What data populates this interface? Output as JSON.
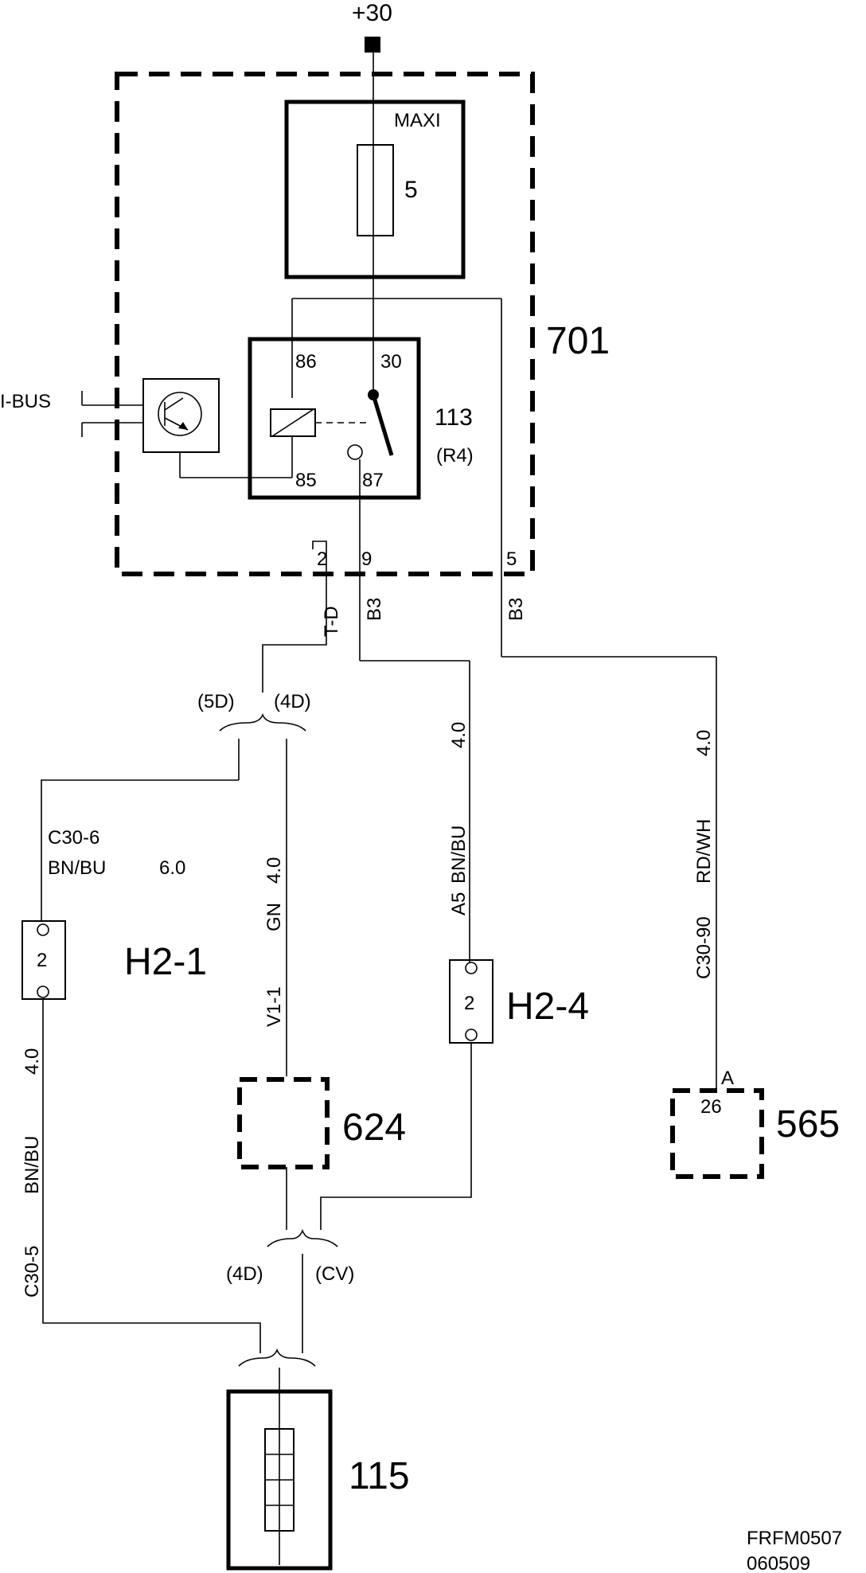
{
  "supply": "+30",
  "unit_701": {
    "label": "701",
    "fuse_box": "MAXI",
    "fuse_number": "5",
    "relay": {
      "pin_86": "86",
      "pin_30": "30",
      "pin_85": "85",
      "pin_87": "87",
      "label": "113",
      "sublabel": "(R4)"
    },
    "bus": "I-BUS",
    "pins": {
      "left": "2",
      "middle": "9",
      "right": "5"
    }
  },
  "wires": {
    "td": "T-D",
    "b3_mid": "B3",
    "b3_right": "B3",
    "left_upper_id": "C30-6",
    "left_upper_color": "BN/BU",
    "left_upper_size": "6.0",
    "mid_id": "V1-1",
    "mid_color": "GN",
    "mid_size": "4.0",
    "a5_id": "A5",
    "a5_color": "BN/BU",
    "a5_size": "4.0",
    "c3090_id": "C30-90",
    "c3090_color": "RD/WH",
    "c3090_size": "4.0",
    "left_lower_id": "C30-5",
    "left_lower_color": "BN/BU",
    "left_lower_size": "4.0"
  },
  "splits_top": {
    "left": "(5D)",
    "right": "(4D)"
  },
  "splits_bottom": {
    "left": "(4D)",
    "right": "(CV)"
  },
  "connectors": {
    "h2_1": {
      "pin": "2",
      "label": "H2-1"
    },
    "h2_4": {
      "pin": "2",
      "label": "H2-4"
    }
  },
  "components": {
    "c624": "624",
    "c565": "565",
    "c565_pin_letter": "A",
    "c565_pin_num": "26",
    "c115": "115"
  },
  "footer": {
    "code": "FRFM0507",
    "date": "060509"
  }
}
